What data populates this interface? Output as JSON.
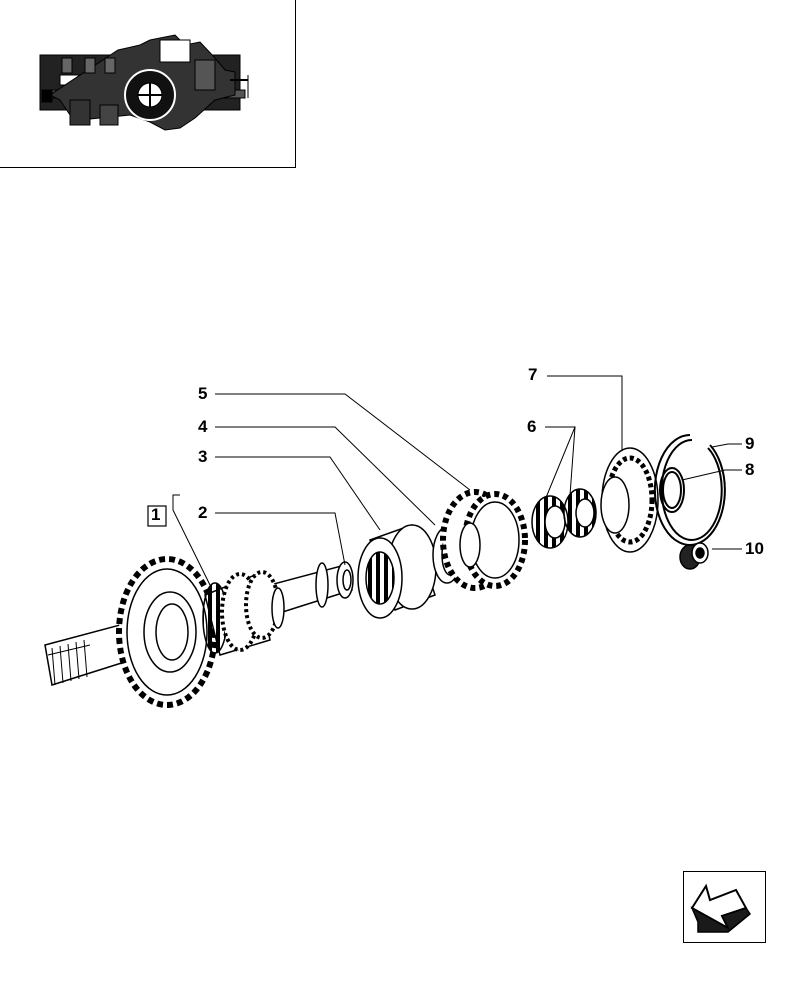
{
  "thumbnail": {
    "icon": "transmission-overview-thumbnail"
  },
  "callouts": [
    {
      "id": "1",
      "text": "1",
      "boxed": true
    },
    {
      "id": "2",
      "text": "2"
    },
    {
      "id": "3",
      "text": "3"
    },
    {
      "id": "4",
      "text": "4"
    },
    {
      "id": "5",
      "text": "5"
    },
    {
      "id": "6",
      "text": "6"
    },
    {
      "id": "7",
      "text": "7"
    },
    {
      "id": "8",
      "text": "8"
    },
    {
      "id": "9",
      "text": "9"
    },
    {
      "id": "10",
      "text": "10"
    }
  ],
  "nav": {
    "icon": "next-page-arrow-icon"
  },
  "colors": {
    "ink": "#000000",
    "paper": "#ffffff",
    "shade": "#1a1a1a"
  }
}
